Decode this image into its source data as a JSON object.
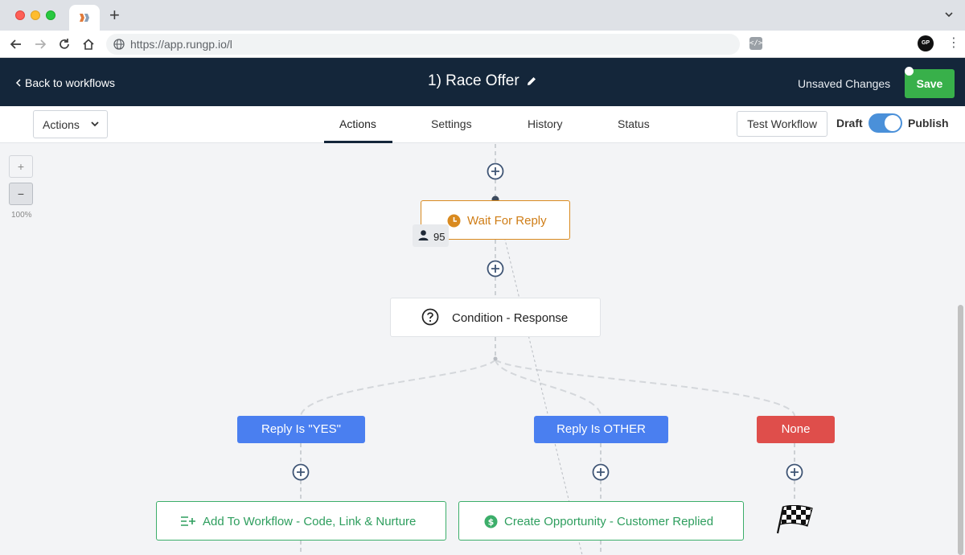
{
  "browser": {
    "url": "https://app.rungp.io/l",
    "profile_label": "GP"
  },
  "header": {
    "back_label": "Back to workflows",
    "title": "1) Race Offer",
    "unsaved_label": "Unsaved Changes",
    "save_label": "Save"
  },
  "subheader": {
    "actions_label": "Actions",
    "tabs": [
      {
        "label": "Actions",
        "active": true
      },
      {
        "label": "Settings",
        "active": false
      },
      {
        "label": "History",
        "active": false
      },
      {
        "label": "Status",
        "active": false
      }
    ],
    "test_label": "Test Workflow",
    "draft_label": "Draft",
    "publish_label": "Publish",
    "publish_on": true
  },
  "canvas": {
    "zoom_plus": "+",
    "zoom_minus": "−",
    "zoom_level": "100%",
    "wait_node": {
      "label": "Wait For Reply",
      "icon": "clock-icon",
      "contact_count": "95"
    },
    "condition_node": {
      "label": "Condition - Response",
      "icon": "question-circle-icon"
    },
    "branches": [
      {
        "label": "Reply Is \"YES\"",
        "color": "#4a7ff0"
      },
      {
        "label": "Reply Is OTHER",
        "color": "#4a7ff0"
      },
      {
        "label": "None",
        "color": "#df4e4b"
      }
    ],
    "actions": [
      {
        "label": "Add To Workflow - Code, Link & Nurture",
        "icon": "list-add-icon"
      },
      {
        "label": "Create Opportunity - Customer Replied",
        "icon": "dollar-circle-icon"
      }
    ],
    "end_icon": "checkered-flag-icon"
  },
  "colors": {
    "header_bg": "#14263a",
    "save_green": "#38b04a",
    "wait_orange": "#cf7d16",
    "action_green": "#2e9e5e",
    "branch_blue": "#4a7ff0",
    "branch_red": "#df4e4b"
  }
}
